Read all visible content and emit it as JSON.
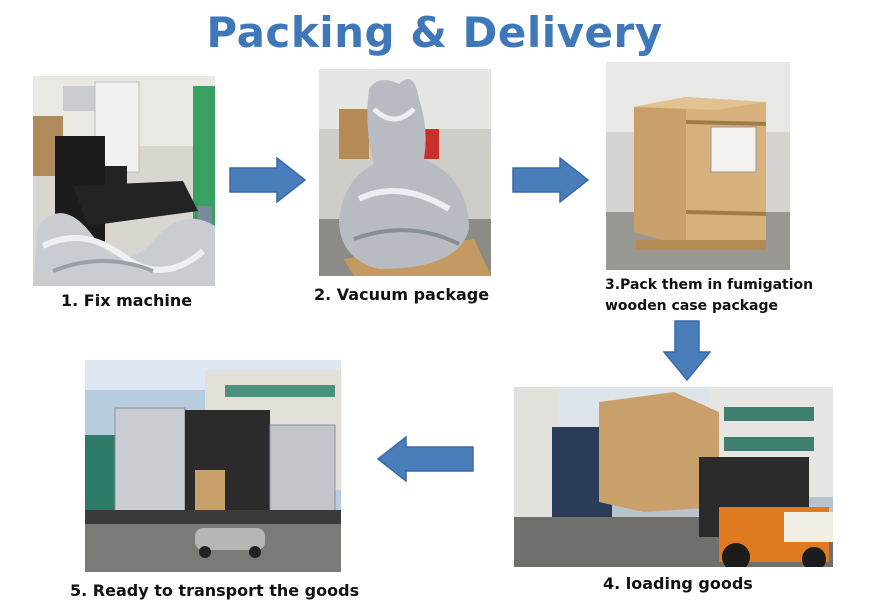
{
  "title": "Packing & Delivery",
  "steps": [
    {
      "caption": "1. Fix machine"
    },
    {
      "caption": "2. Vacuum package"
    },
    {
      "caption_line1": "3.Pack them in fumigation",
      "caption_line2": "wooden case package"
    },
    {
      "caption": "4. loading goods"
    },
    {
      "caption": "5. Ready to transport the goods"
    }
  ],
  "colors": {
    "title": "#3f78ba",
    "arrow": "#4a7ebb",
    "arrow_stroke": "#3a6aa5"
  },
  "icons": {
    "arrow": "flow-arrow-icon"
  }
}
